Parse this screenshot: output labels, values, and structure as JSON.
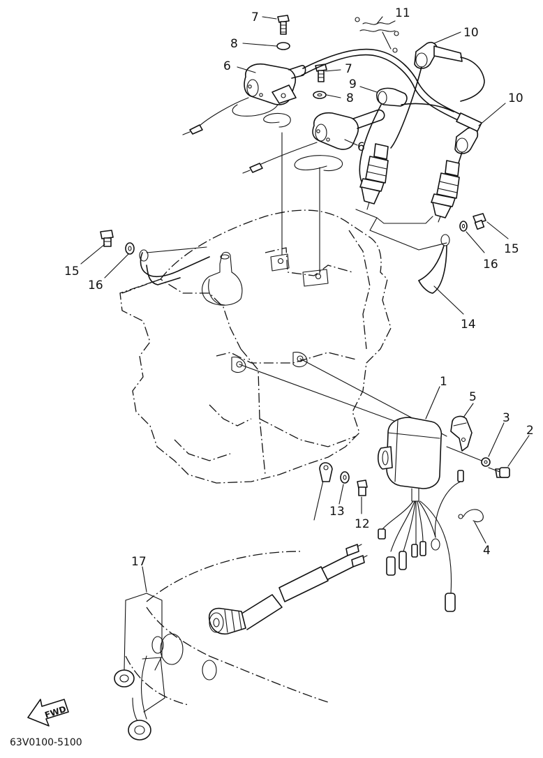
{
  "diagram": {
    "drawing_code": "63V0100-5100",
    "direction_label": "FWD",
    "callouts": {
      "c1": "1",
      "c2": "2",
      "c3": "3",
      "c4": "4",
      "c5": "5",
      "c6a": "6",
      "c6b": "6",
      "c7a": "7",
      "c7b": "7",
      "c8a": "8",
      "c8b": "8",
      "c9": "9",
      "c10a": "10",
      "c10b": "10",
      "c11": "11",
      "c12": "12",
      "c13": "13",
      "c14": "14",
      "c15a": "15",
      "c15b": "15",
      "c16a": "16",
      "c16b": "16",
      "c17": "17"
    }
  }
}
